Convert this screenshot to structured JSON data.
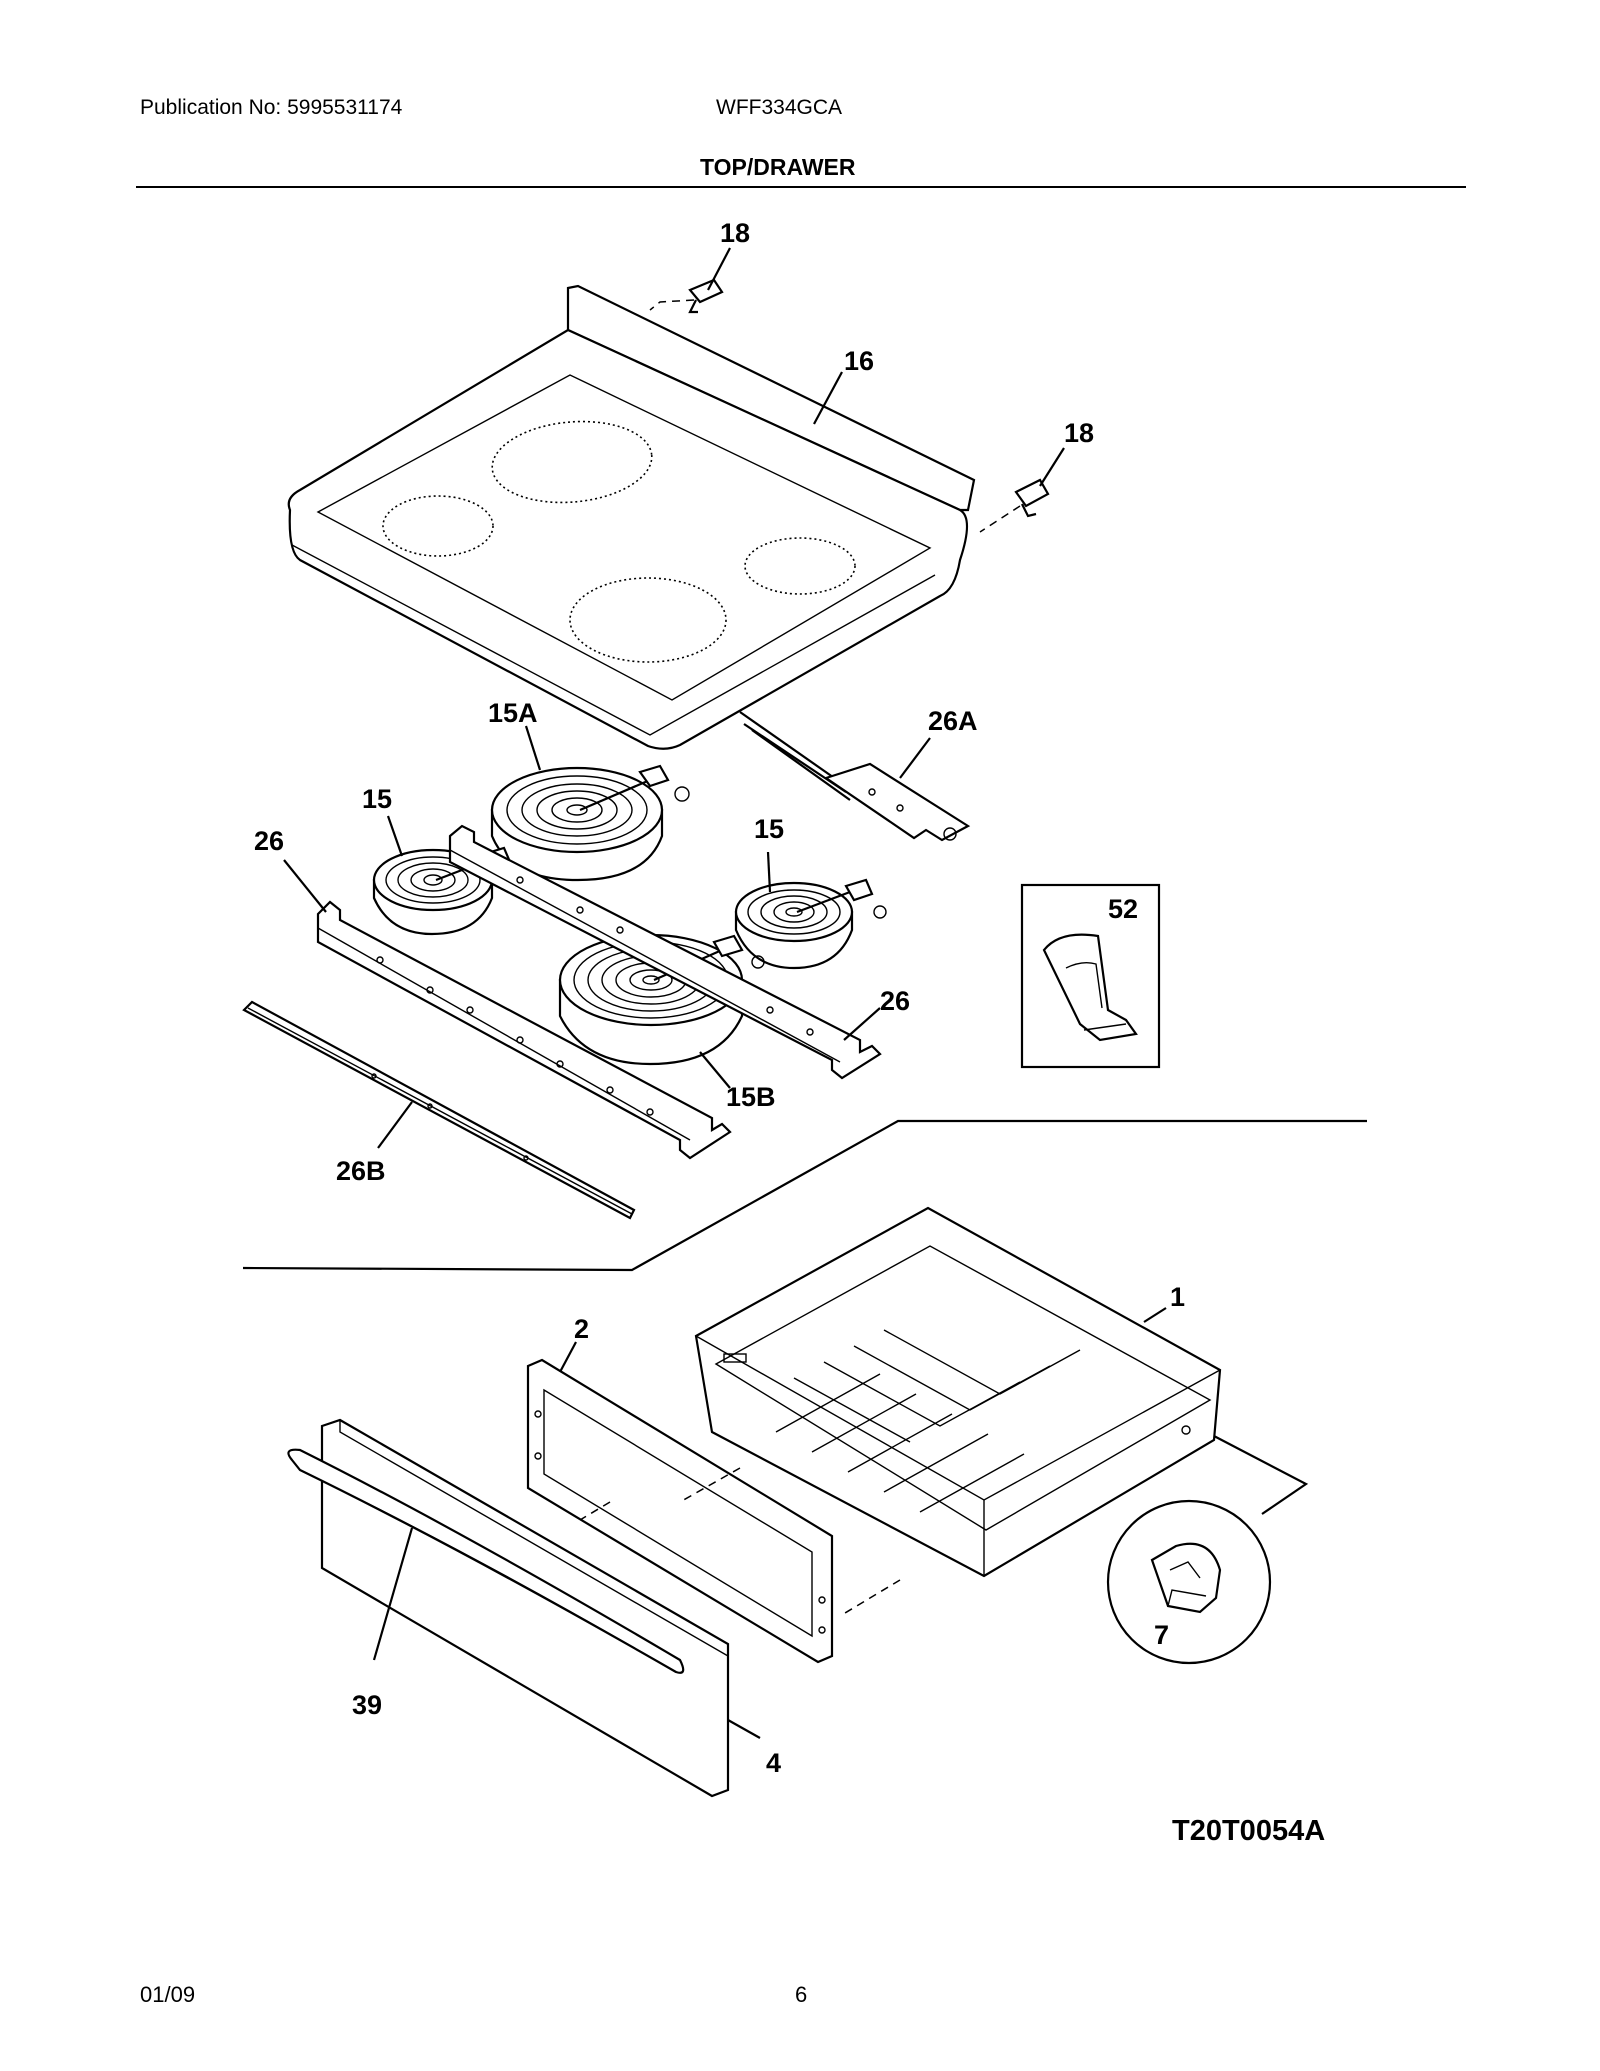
{
  "header": {
    "publication": "Publication No: 5995531174",
    "model": "WFF334GCA",
    "title": "TOP/DRAWER"
  },
  "diagram": {
    "part_labels": {
      "p18a": "18",
      "p16": "16",
      "p18b": "18",
      "p15a": "15A",
      "p26a": "26A",
      "p15l": "15",
      "p15r": "15",
      "p26l": "26",
      "p52": "52",
      "p26r": "26",
      "p15b": "15B",
      "p26b": "26B",
      "p1": "1",
      "p2": "2",
      "p39": "39",
      "p4": "4",
      "p7": "7"
    },
    "drawing_code": "T20T0054A"
  },
  "footer": {
    "date": "01/09",
    "page": "6"
  }
}
